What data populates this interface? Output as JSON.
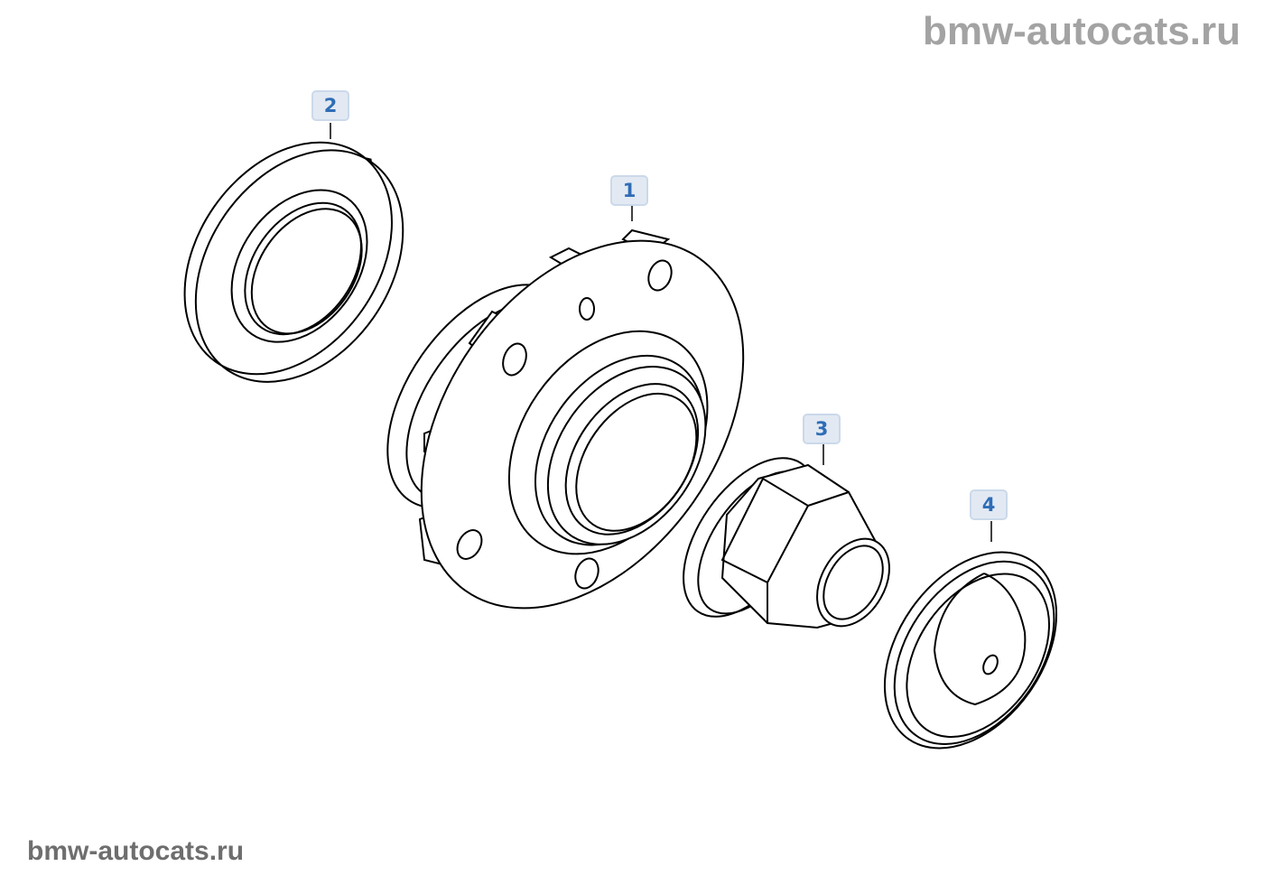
{
  "watermark_top": "bmw-autocats.ru",
  "watermark_bottom": "bmw-autocats.ru",
  "callouts": [
    "1",
    "2",
    "3",
    "4"
  ],
  "accent_color": "#2f6db5"
}
